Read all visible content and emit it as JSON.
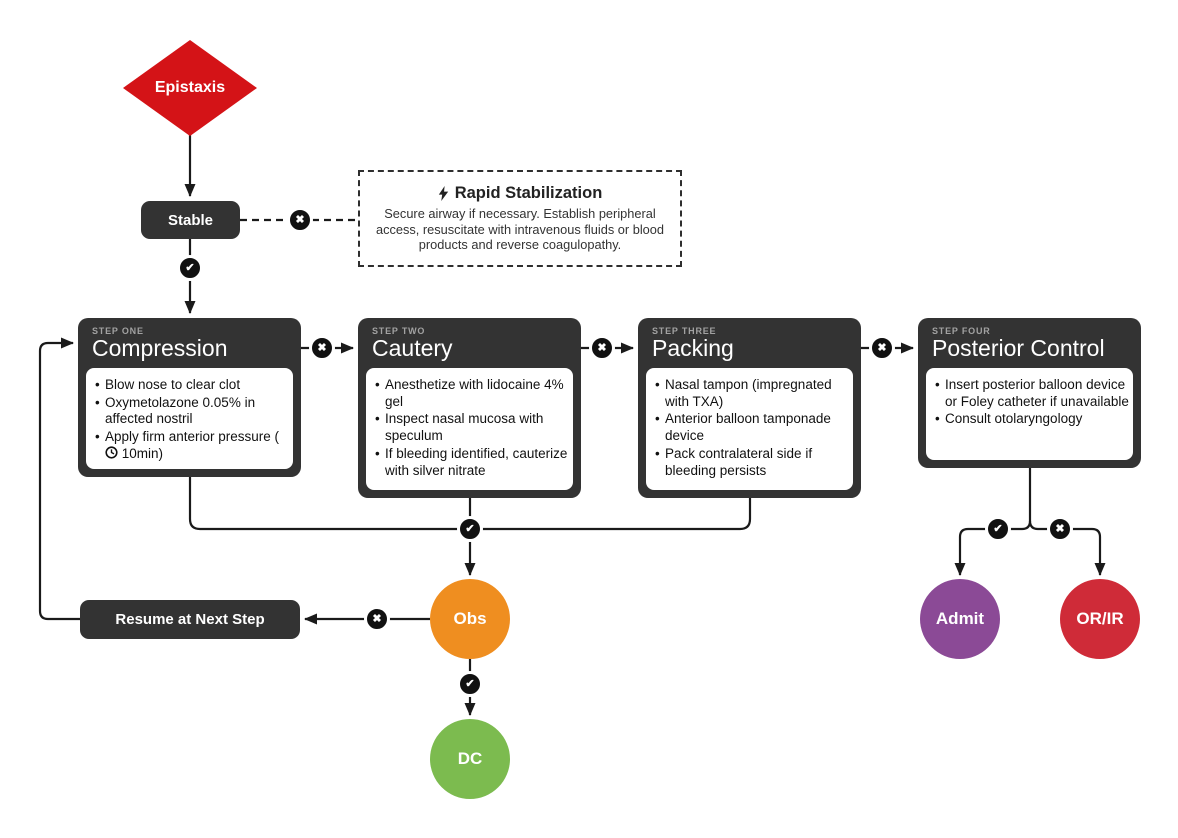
{
  "palette": {
    "start_red": "#d41317",
    "dark_node": "#333333",
    "obs_orange": "#ef8e20",
    "dc_green": "#7cbb4f",
    "admit_purple": "#8b4a96",
    "orir_red": "#cf2b38"
  },
  "diamond": {
    "label": "Epistaxis"
  },
  "stable": {
    "label": "Stable"
  },
  "stabilization": {
    "icon": "lightning-bolt-icon",
    "title": "Rapid Stabilization",
    "body": "Secure airway if necessary. Establish peripheral access, resuscitate with intravenous fluids or blood products and reverse coagulopathy."
  },
  "steps": [
    {
      "eyebrow": "STEP ONE",
      "title": "Compression",
      "bullets": [
        "Blow nose to clear clot",
        "Oxymetolazone 0.05% in affected nostril"
      ],
      "timed_bullet": {
        "before": "Apply firm anterior pressure (",
        "icon": "clock-icon",
        "after": " 10min)"
      }
    },
    {
      "eyebrow": "STEP TWO",
      "title": "Cautery",
      "bullets": [
        "Anesthetize with lidocaine 4% gel",
        "Inspect nasal mucosa with speculum",
        "If bleeding identified, cauterize with silver nitrate"
      ]
    },
    {
      "eyebrow": "STEP THREE",
      "title": "Packing",
      "bullets": [
        "Nasal tampon (impregnated with TXA)",
        "Anterior balloon tamponade device",
        "Pack contralateral side if bleeding persists"
      ]
    },
    {
      "eyebrow": "STEP FOUR",
      "title": "Posterior Control",
      "bullets": [
        "Insert posterior balloon device or Foley catheter if unavailable",
        "Consult otolaryngology"
      ]
    }
  ],
  "resume": {
    "label": "Resume at Next Step"
  },
  "outcomes": {
    "obs": {
      "label": "Obs"
    },
    "dc": {
      "label": "DC"
    },
    "admit": {
      "label": "Admit"
    },
    "or_ir": {
      "label": "OR/IR"
    }
  },
  "markers": {
    "yes": "✔",
    "no": "✖"
  }
}
